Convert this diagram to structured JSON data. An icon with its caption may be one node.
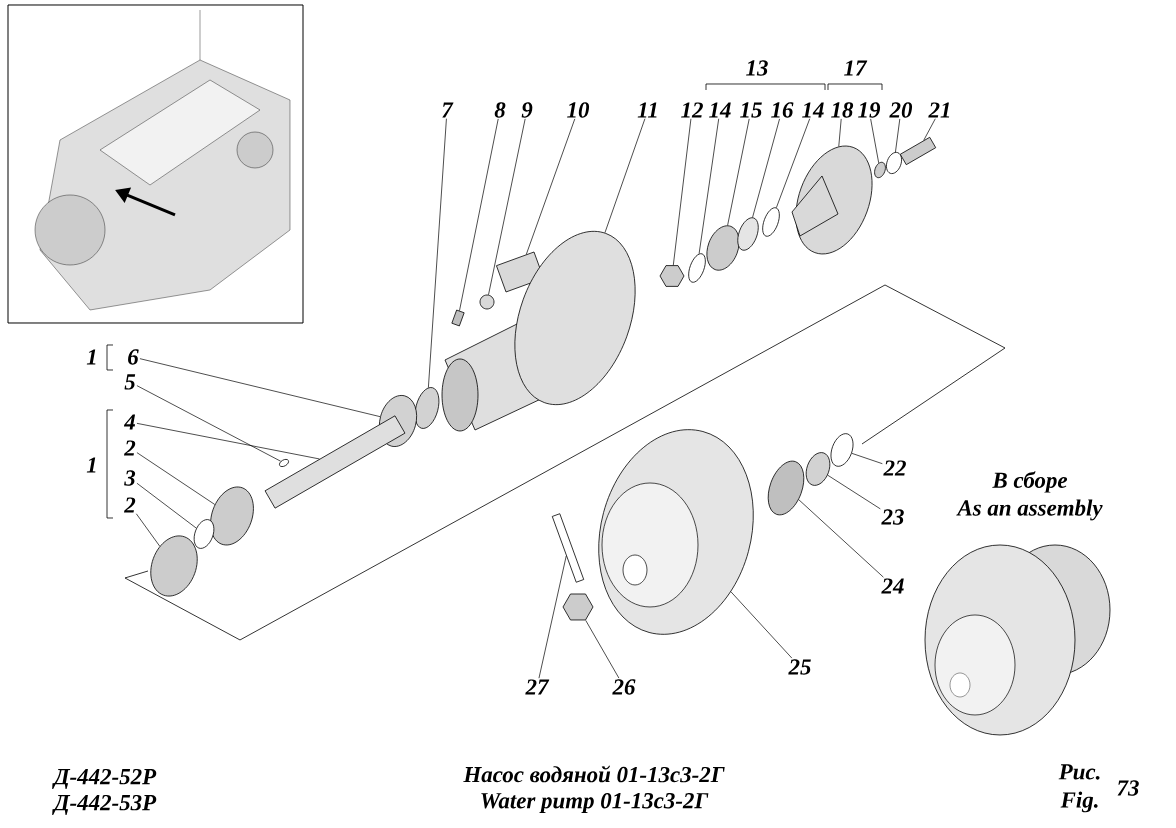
{
  "diagram": {
    "nodes": [
      {
        "text": [
          "7"
        ]
      },
      {
        "text": [
          "8"
        ]
      },
      {
        "text": [
          "9"
        ]
      },
      {
        "text": [
          "10"
        ]
      },
      {
        "text": [
          "11"
        ]
      },
      {
        "text": [
          "12"
        ]
      },
      {
        "text": [
          "14"
        ]
      },
      {
        "text": [
          "15"
        ]
      },
      {
        "text": [
          "16"
        ]
      },
      {
        "text": [
          "14"
        ]
      },
      {
        "text": [
          "18"
        ]
      },
      {
        "text": [
          "19"
        ]
      },
      {
        "text": [
          "20"
        ]
      },
      {
        "text": [
          "21"
        ]
      },
      {
        "text": [
          "6"
        ]
      },
      {
        "text": [
          "5"
        ]
      },
      {
        "text": [
          "4"
        ]
      },
      {
        "text": [
          "2"
        ]
      },
      {
        "text": [
          "3"
        ]
      },
      {
        "text": [
          "2"
        ]
      },
      {
        "text": [
          "22"
        ]
      },
      {
        "text": [
          "23"
        ]
      },
      {
        "text": [
          "24"
        ]
      },
      {
        "text": [
          "25"
        ]
      },
      {
        "text": [
          "27"
        ]
      },
      {
        "text": [
          "26"
        ]
      },
      {
        "text": [],
        "shape": "circle"
      },
      {
        "text": [],
        "shape": "box"
      },
      {
        "text": [],
        "shape": "circle"
      },
      {
        "text": [],
        "shape": "box"
      },
      {
        "text": [],
        "shape": "circle"
      },
      {
        "text": [],
        "shape": "hexagon"
      },
      {
        "text": [],
        "shape": "circle"
      },
      {
        "text": [],
        "shape": "circle"
      },
      {
        "text": [],
        "shape": "circle"
      },
      {
        "text": [],
        "shape": "circle"
      },
      {
        "text": [],
        "shape": "circle"
      },
      {
        "text": [],
        "shape": "circle"
      },
      {
        "text": [],
        "shape": "circle"
      },
      {
        "text": [],
        "shape": "box"
      },
      {
        "text": [],
        "shape": "circle"
      },
      {
        "text": [],
        "shape": "circle"
      },
      {
        "text": [],
        "shape": "box"
      },
      {
        "text": [],
        "shape": "circle"
      },
      {
        "text": [],
        "shape": "circle"
      },
      {
        "text": [],
        "shape": "circle"
      },
      {
        "text": [],
        "shape": "circle"
      },
      {
        "text": [],
        "shape": "circle"
      },
      {
        "text": [],
        "shape": "circle"
      },
      {
        "text": [],
        "shape": "circle"
      },
      {
        "text": [],
        "shape": "box"
      },
      {
        "text": [],
        "shape": "hexagon"
      }
    ],
    "edges": [
      {
        "from": 0,
        "to": 26,
        "arrow": "none"
      },
      {
        "from": 1,
        "to": 27,
        "arrow": "none"
      },
      {
        "from": 2,
        "to": 28,
        "arrow": "none"
      },
      {
        "from": 3,
        "to": 29,
        "arrow": "none"
      },
      {
        "from": 4,
        "to": 30,
        "arrow": "none"
      },
      {
        "from": 5,
        "to": 31,
        "arrow": "none"
      },
      {
        "from": 6,
        "to": 32,
        "arrow": "none"
      },
      {
        "from": 7,
        "to": 33,
        "arrow": "none"
      },
      {
        "from": 8,
        "to": 34,
        "arrow": "none"
      },
      {
        "from": 9,
        "to": 35,
        "arrow": "none"
      },
      {
        "from": 10,
        "to": 36,
        "arrow": "none"
      },
      {
        "from": 11,
        "to": 37,
        "arrow": "none"
      },
      {
        "from": 12,
        "to": 38,
        "arrow": "none"
      },
      {
        "from": 13,
        "to": 39,
        "arrow": "none"
      },
      {
        "from": 14,
        "to": 40,
        "arrow": "none"
      },
      {
        "from": 15,
        "to": 41,
        "arrow": "none"
      },
      {
        "from": 16,
        "to": 42,
        "arrow": "none"
      },
      {
        "from": 17,
        "to": 43,
        "arrow": "none"
      },
      {
        "from": 18,
        "to": 44,
        "arrow": "none"
      },
      {
        "from": 19,
        "to": 45,
        "arrow": "none"
      },
      {
        "from": 20,
        "to": 46,
        "arrow": "none"
      },
      {
        "from": 21,
        "to": 47,
        "arrow": "none"
      },
      {
        "from": 22,
        "to": 48,
        "arrow": "none"
      },
      {
        "from": 23,
        "to": 49,
        "arrow": "none"
      },
      {
        "from": 24,
        "to": 50,
        "arrow": "none"
      },
      {
        "from": 25,
        "to": 51,
        "arrow": "none"
      }
    ],
    "labels": [
      "13",
      "17",
      "1",
      "1",
      "В сборе",
      "As an assembly",
      "Д-442-52Р",
      "Насос водяной 01-13с3-2Г",
      "Рис.",
      "73",
      "Д-442-53Р",
      "Water pump 01-13с3-2Г",
      "Fig."
    ]
  }
}
